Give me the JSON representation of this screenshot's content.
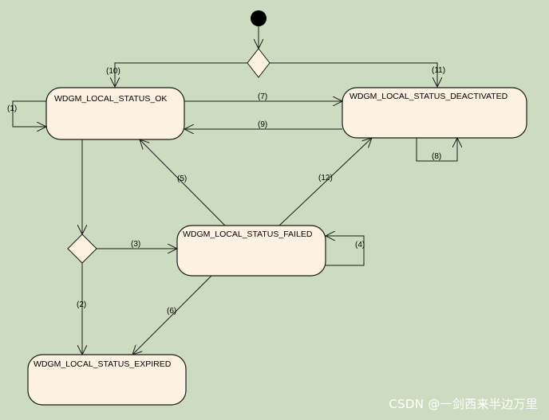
{
  "states": {
    "ok": "WDGM_LOCAL_STATUS_OK",
    "deactivated": "WDGM_LOCAL_STATUS_DEACTIVATED",
    "failed": "WDGM_LOCAL_STATUS_FAILED",
    "expired": "WDGM_LOCAL_STATUS_EXPIRED"
  },
  "transitions": {
    "t1": "(1)",
    "t2": "(2)",
    "t3": "(3)",
    "t4": "(4)",
    "t5": "(5)",
    "t6": "(6)",
    "t7": "(7)",
    "t8": "(8)",
    "t9": "(9)",
    "t10": "(10)",
    "t11": "(11)",
    "t12": "(12)"
  },
  "watermark": "CSDN @一剑西来半边万里"
}
